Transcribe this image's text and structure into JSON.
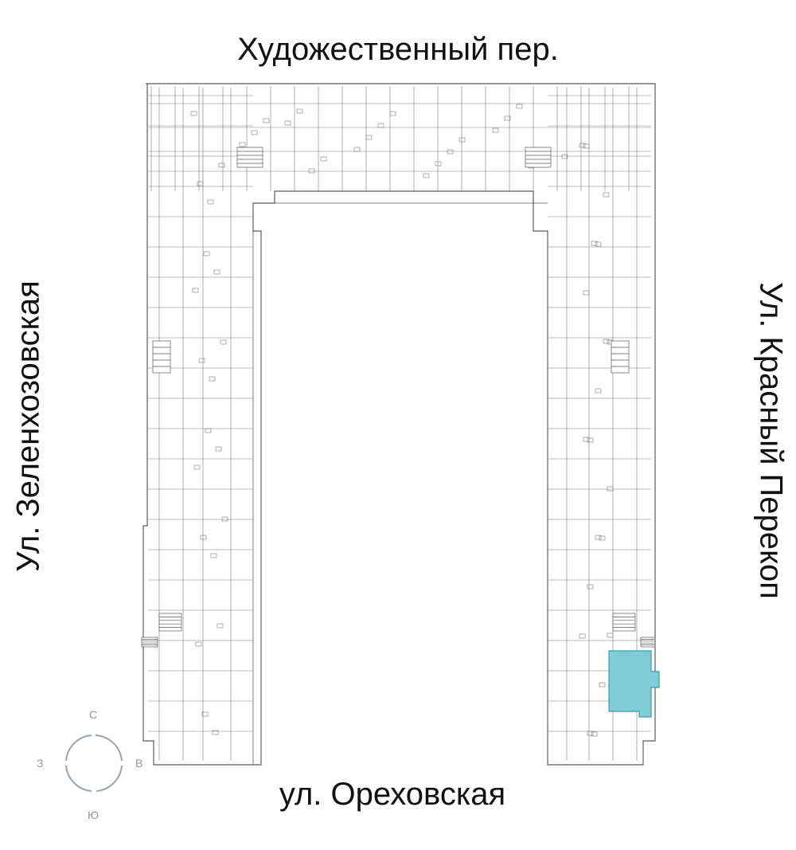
{
  "streets": {
    "north": "Художественный пер.",
    "south": "ул. Ореховская",
    "west": "Ул. Зеленхозовская",
    "east": "Ул. Красный Перекоп"
  },
  "compass": {
    "north": "С",
    "south": "Ю",
    "west": "З",
    "east": "В"
  },
  "colors": {
    "highlight_fill": "#7fcdd6",
    "highlight_stroke": "#3a9aa8",
    "walls": "#5a5a5a",
    "compass": "#9aa4ae"
  }
}
